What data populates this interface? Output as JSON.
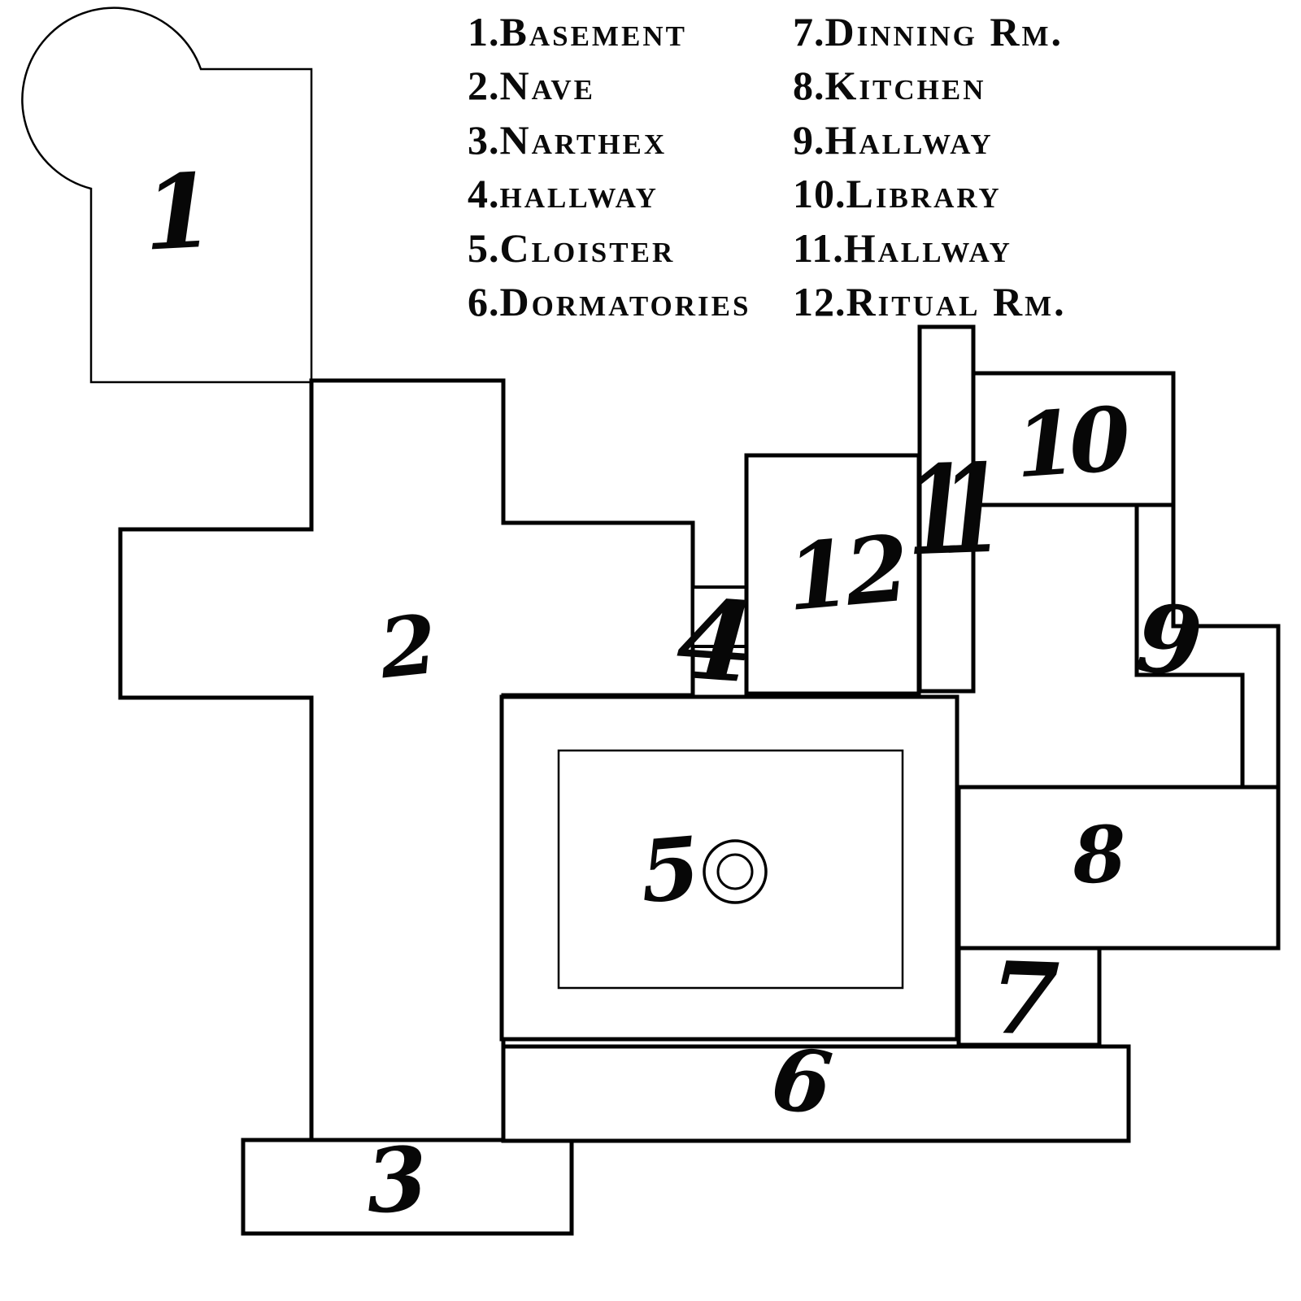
{
  "colors": {
    "ink": "#000000",
    "paper": "#ffffff"
  },
  "legend": {
    "columns": [
      {
        "items": [
          {
            "num": "1.",
            "name": "Basement"
          },
          {
            "num": "2.",
            "name": "Nave"
          },
          {
            "num": "3.",
            "name": "Narthex"
          },
          {
            "num": "4.",
            "name": "hallway"
          },
          {
            "num": "5.",
            "name": "Cloister"
          },
          {
            "num": "6.",
            "name": "Dormatories"
          }
        ]
      },
      {
        "items": [
          {
            "num": "7.",
            "name": "Dinning Rm."
          },
          {
            "num": "8.",
            "name": "Kitchen"
          },
          {
            "num": "9.",
            "name": "Hallway"
          },
          {
            "num": "10.",
            "name": "Library"
          },
          {
            "num": "11.",
            "name": "Hallway"
          },
          {
            "num": "12.",
            "name": "Ritual Rm."
          }
        ]
      }
    ]
  },
  "map": {
    "labels": {
      "n1": "1",
      "n2": "2",
      "n3": "3",
      "n4": "4",
      "n5": "5",
      "n6": "6",
      "n7": "7",
      "n8": "8",
      "n9": "9",
      "n10": "10",
      "n11": "11",
      "n12": "12"
    }
  }
}
